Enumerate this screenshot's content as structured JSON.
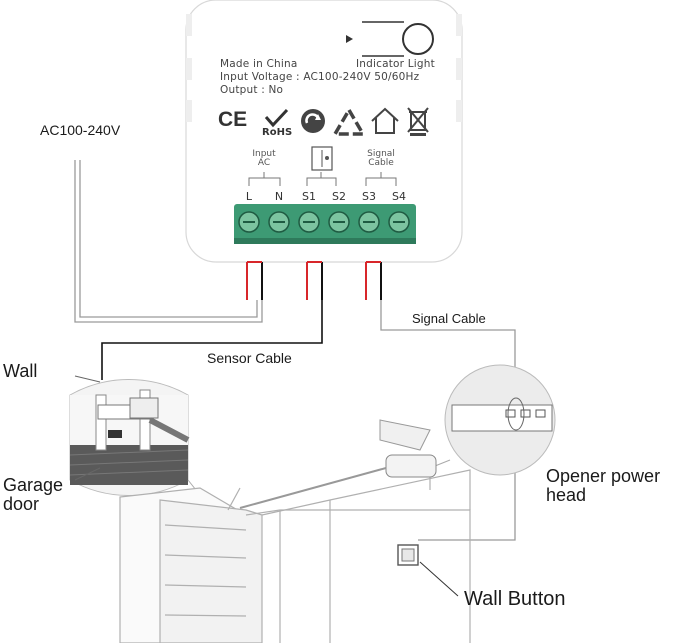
{
  "labels": {
    "supply": "AC100-240V",
    "sensor_cable": "Sensor Cable",
    "signal_cable": "Signal Cable",
    "wall": "Wall",
    "garage_door_line1": "Garage",
    "garage_door_line2": "door",
    "opener_line1": "Opener power",
    "opener_line2": "head",
    "wall_button": "Wall Button"
  },
  "device": {
    "made_in": "Made in China",
    "indicator": "Indicator Light",
    "input_voltage": "Input Voltage : AC100-240V 50/60Hz",
    "output": "Output :  No",
    "cert_icons": [
      "ce-mark-icon",
      "rohs-icon",
      "recycle-arrow-icon",
      "recycle-triangle-icon",
      "home-icon",
      "weee-bin-icon"
    ],
    "groups": {
      "input_ac_line1": "Input",
      "input_ac_line2": "AC",
      "signal_cable_line1": "Signal",
      "signal_cable_line2": "Cable"
    },
    "terminals": [
      "L",
      "N",
      "S1",
      "S2",
      "S3",
      "S4"
    ]
  },
  "colors": {
    "terminal_block": "#3d9a74",
    "wire_red": "#d8262a",
    "wire_black": "#111111",
    "outline": "#9a9a9a"
  }
}
